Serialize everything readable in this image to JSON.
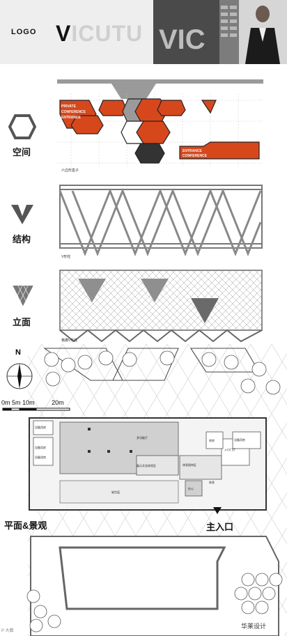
{
  "header": {
    "logo": "LOGO",
    "brand_mark": "V",
    "brand_rest": "ICUTU"
  },
  "sections": [
    {
      "label": "空间",
      "caption": "六边形盒子",
      "icon": "hexagon-icon"
    },
    {
      "label": "结构",
      "caption": "V形柱",
      "icon": "v-icon"
    },
    {
      "label": "立面",
      "caption": "格栅V形柱",
      "icon": "v-grid-icon"
    }
  ],
  "facade_words": [
    "PRIVATE",
    "CONFERENCE",
    "ENTRANCE"
  ],
  "plan": {
    "north": "N",
    "scale": [
      "0m",
      "5m",
      "10m",
      "20m"
    ],
    "title": "平面&景观",
    "entrance": "主入口",
    "rooms": [
      "多功能厅",
      "设备用房",
      "设备用房",
      "设备用房",
      "设备用房",
      "库房",
      "入口门厅",
      "休息接待区",
      "展示文化体验区",
      "办公",
      "休息",
      "架空层"
    ]
  },
  "watermark": {
    "left": "P 大都",
    "right": "华莱设计"
  },
  "colors": {
    "accent": "#d6481c",
    "dark": "#333333",
    "grey": "#9a9a9a"
  }
}
